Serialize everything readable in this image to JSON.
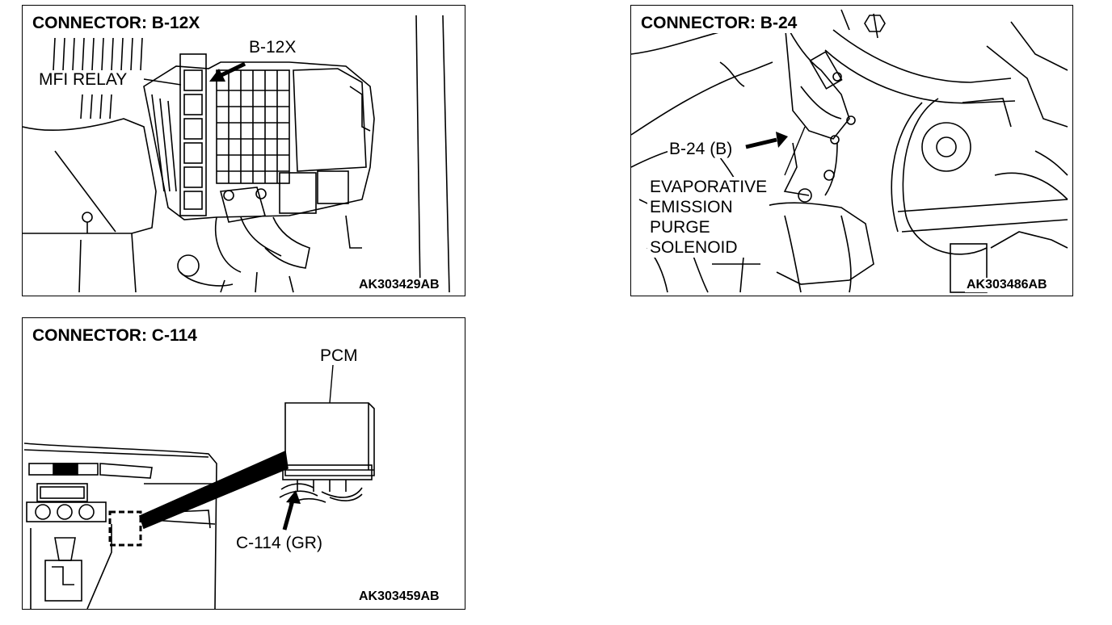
{
  "panels": [
    {
      "title": "CONNECTOR: B-12X",
      "labels": {
        "connector": "B-12X",
        "relay": "MFI RELAY"
      },
      "code": "AK303429AB"
    },
    {
      "title": "CONNECTOR: B-24",
      "labels": {
        "connector": "B-24 (B)",
        "component": [
          "EVAPORATIVE",
          "EMISSION",
          "PURGE",
          "SOLENOID"
        ]
      },
      "code": "AK303486AB"
    },
    {
      "title": "CONNECTOR: C-114",
      "labels": {
        "component": "PCM",
        "connector": "C-114 (GR)"
      },
      "code": "AK303459AB"
    }
  ]
}
